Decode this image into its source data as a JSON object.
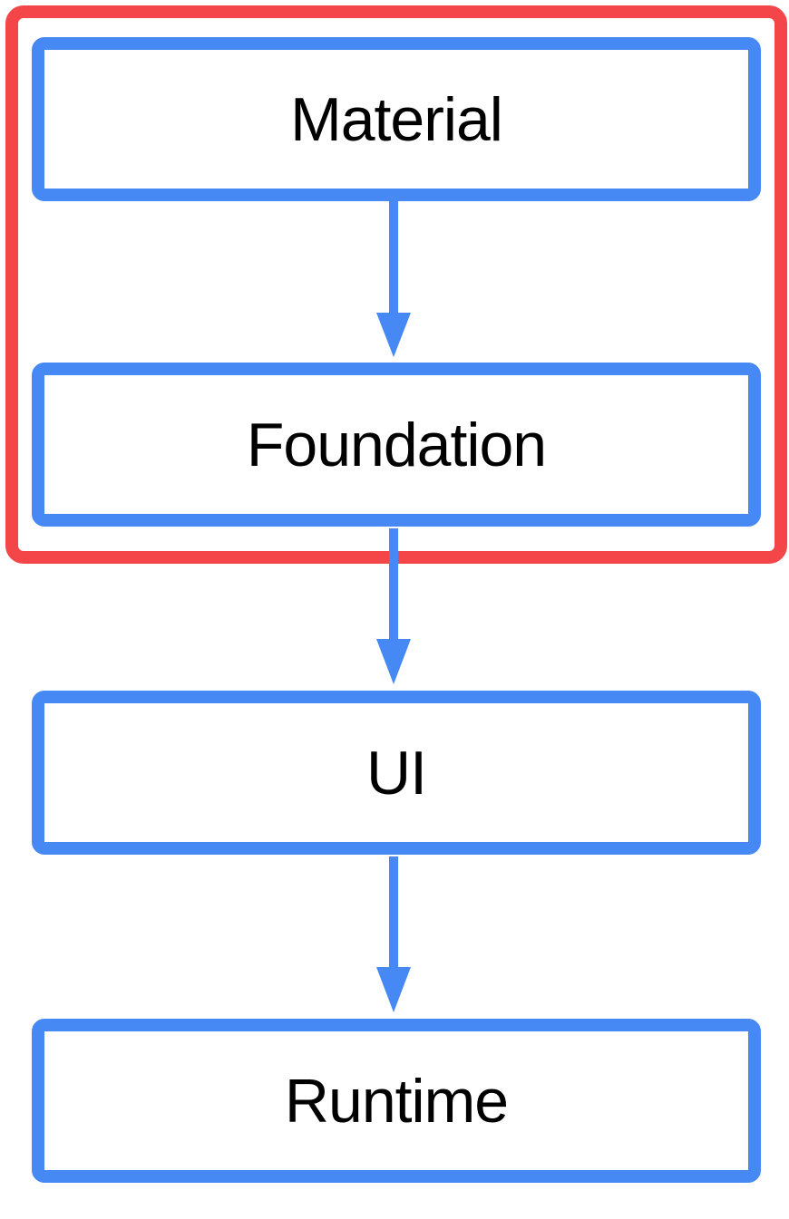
{
  "diagram": {
    "colors": {
      "box_border": "#4688f4",
      "highlight_border": "#f44648",
      "arrow": "#4688f4",
      "text": "#000000"
    },
    "layers": [
      {
        "id": "material",
        "label": "Material"
      },
      {
        "id": "foundation",
        "label": "Foundation"
      },
      {
        "id": "ui",
        "label": "UI"
      },
      {
        "id": "runtime",
        "label": "Runtime"
      }
    ],
    "edges": [
      {
        "from": "material",
        "to": "foundation"
      },
      {
        "from": "foundation",
        "to": "ui"
      },
      {
        "from": "ui",
        "to": "runtime"
      }
    ],
    "highlighted_group": [
      "material",
      "foundation"
    ]
  }
}
